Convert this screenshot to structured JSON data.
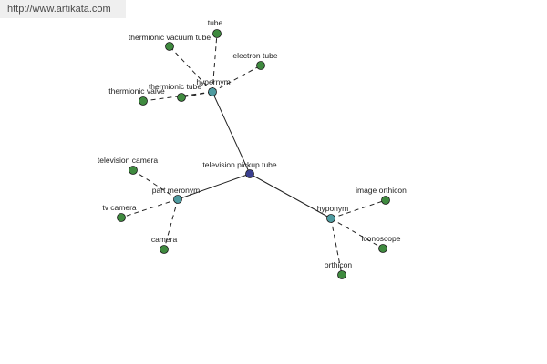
{
  "watermark": {
    "text": "http://www.artikata.com"
  },
  "graph": {
    "colors": {
      "root": "#3a3f8f",
      "relation": "#4e9ba0",
      "leaf": "#3f8a3f",
      "edge": "#222222",
      "dashed_edge": "#222222"
    },
    "nodes": [
      {
        "id": "root",
        "label": "television pickup tube",
        "kind": "root"
      },
      {
        "id": "hypernym",
        "label": "hypernym",
        "kind": "relation"
      },
      {
        "id": "part-meronym",
        "label": "part meronym",
        "kind": "relation"
      },
      {
        "id": "hyponym",
        "label": "hyponym",
        "kind": "relation"
      },
      {
        "id": "tube",
        "label": "tube",
        "kind": "leaf"
      },
      {
        "id": "thermionic-vacuum-tube",
        "label": "thermionic vacuum tube",
        "kind": "leaf"
      },
      {
        "id": "electron-tube",
        "label": "electron tube",
        "kind": "leaf"
      },
      {
        "id": "thermionic-tube",
        "label": "thermionic tube",
        "kind": "leaf"
      },
      {
        "id": "thermionic-valve",
        "label": "thermionic valve",
        "kind": "leaf"
      },
      {
        "id": "television-camera",
        "label": "television camera",
        "kind": "leaf"
      },
      {
        "id": "tv-camera",
        "label": "tv camera",
        "kind": "leaf"
      },
      {
        "id": "camera",
        "label": "camera",
        "kind": "leaf"
      },
      {
        "id": "image-orthicon",
        "label": "image orthicon",
        "kind": "leaf"
      },
      {
        "id": "iconoscope",
        "label": "iconoscope",
        "kind": "leaf"
      },
      {
        "id": "orthicon",
        "label": "orthicon",
        "kind": "leaf"
      }
    ],
    "edges": [
      {
        "from": "root",
        "to": "hypernym",
        "style": "solid"
      },
      {
        "from": "root",
        "to": "part-meronym",
        "style": "solid"
      },
      {
        "from": "root",
        "to": "hyponym",
        "style": "solid"
      },
      {
        "from": "hypernym",
        "to": "tube",
        "style": "dashed"
      },
      {
        "from": "hypernym",
        "to": "thermionic-vacuum-tube",
        "style": "dashed"
      },
      {
        "from": "hypernym",
        "to": "electron-tube",
        "style": "dashed"
      },
      {
        "from": "hypernym",
        "to": "thermionic-tube",
        "style": "dashed"
      },
      {
        "from": "hypernym",
        "to": "thermionic-valve",
        "style": "dashed"
      },
      {
        "from": "part-meronym",
        "to": "television-camera",
        "style": "dashed"
      },
      {
        "from": "part-meronym",
        "to": "tv-camera",
        "style": "dashed"
      },
      {
        "from": "part-meronym",
        "to": "camera",
        "style": "dashed"
      },
      {
        "from": "hyponym",
        "to": "image-orthicon",
        "style": "dashed"
      },
      {
        "from": "hyponym",
        "to": "iconoscope",
        "style": "dashed"
      },
      {
        "from": "hyponym",
        "to": "orthicon",
        "style": "dashed"
      }
    ]
  }
}
